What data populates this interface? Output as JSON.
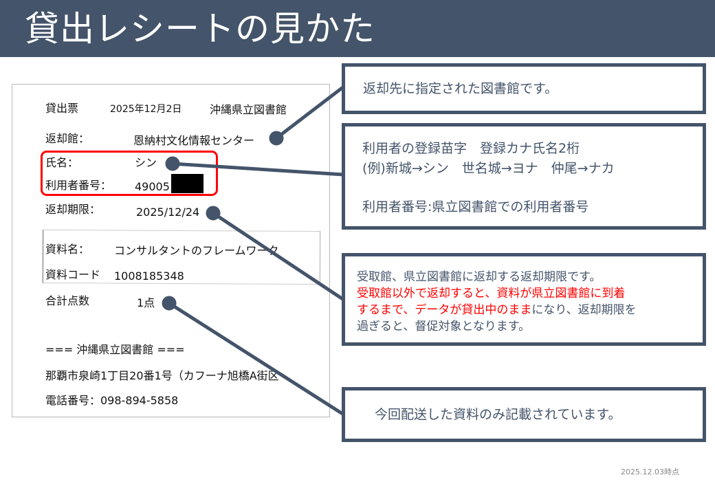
{
  "header": {
    "title": "貸出レシートの見かた"
  },
  "receipt": {
    "slip_label": "貸出票",
    "date": "2025年12月2日",
    "issuer": "沖縄県立図書館",
    "return_library_label": "返却館：",
    "return_library_value": "恩納村文化情報センター",
    "name_label": "氏名：",
    "name_value": "シン",
    "user_number_label": "利用者番号：",
    "user_number_value": "49005",
    "due_label": "返却期限：",
    "due_value": "2025/12/24",
    "item_name_label": "資料名：",
    "item_name_value": "コンサルタントのフレームワーク",
    "item_code_label": "資料コード",
    "item_code_value": "1008185348",
    "total_label": "合計点数",
    "total_value": "1点",
    "footer_library": "=== 沖縄県立図書館 ===",
    "footer_address": "那覇市泉崎1丁目20番1号（カフーナ旭橋A街区",
    "footer_phone": "電話番号：098-894-5858"
  },
  "callouts": {
    "return_library": "返却先に指定された図書館です。",
    "name_line1": "利用者の登録苗字　登録カナ氏名2桁",
    "name_line2": "(例)新城→シン　世名城→ヨナ　仲尾→ナカ",
    "user_number": "利用者番号:県立図書館での利用者番号",
    "due_line1": "受取館、県立図書館に返却する返却期限です。",
    "due_line2_red": "受取館以外で返却すると、資料が県立図書館に到着",
    "due_line3_red": "するまで、データが貸出中のまま",
    "due_line3_black": "になり、返却期限を",
    "due_line4": "過ぎると、督促対象となります。",
    "items": "今回配送した資料のみ記載されています。"
  },
  "footer": {
    "as_of": "2025.12.03時点"
  },
  "colors": {
    "header_bg": "#44546a",
    "accent_red": "#ff0000",
    "callout_text": "#44546a"
  }
}
